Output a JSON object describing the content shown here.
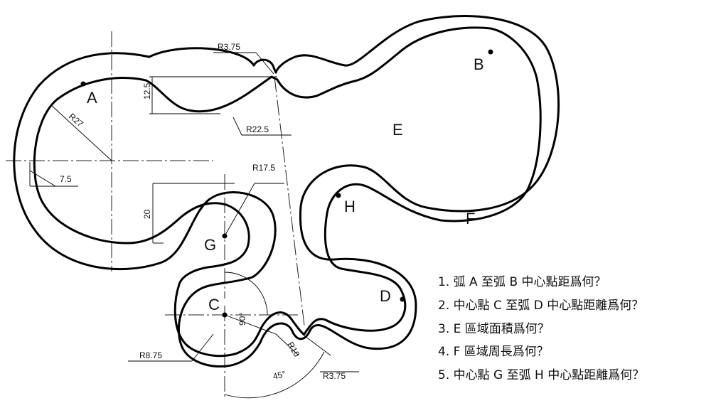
{
  "labels": {
    "A": "A",
    "B": "B",
    "C": "C",
    "D": "D",
    "E": "E",
    "F": "F",
    "G": "G",
    "H": "H"
  },
  "dimensions": {
    "r3_75_top": "R3.75",
    "v12_5": "12.5",
    "r22_5": "R22.5",
    "r27": "R27",
    "v7_5": "7.5",
    "r17_5": "R17.5",
    "v20": "20",
    "v90": "90°",
    "r10": "R10",
    "r8_75": "R8.75",
    "v45": "45°",
    "r3_75_bottom": "R3.75"
  },
  "questions": [
    "1.  弧 A 至弧 B 中心點距爲何？",
    "2.  中心點 C 至弧 D 中心點距離爲何？",
    "3.  E 區域面積爲何？",
    "4.  F 區域周長爲何？",
    "5.  中心點 G 至弧 H 中心點距離爲何？"
  ]
}
